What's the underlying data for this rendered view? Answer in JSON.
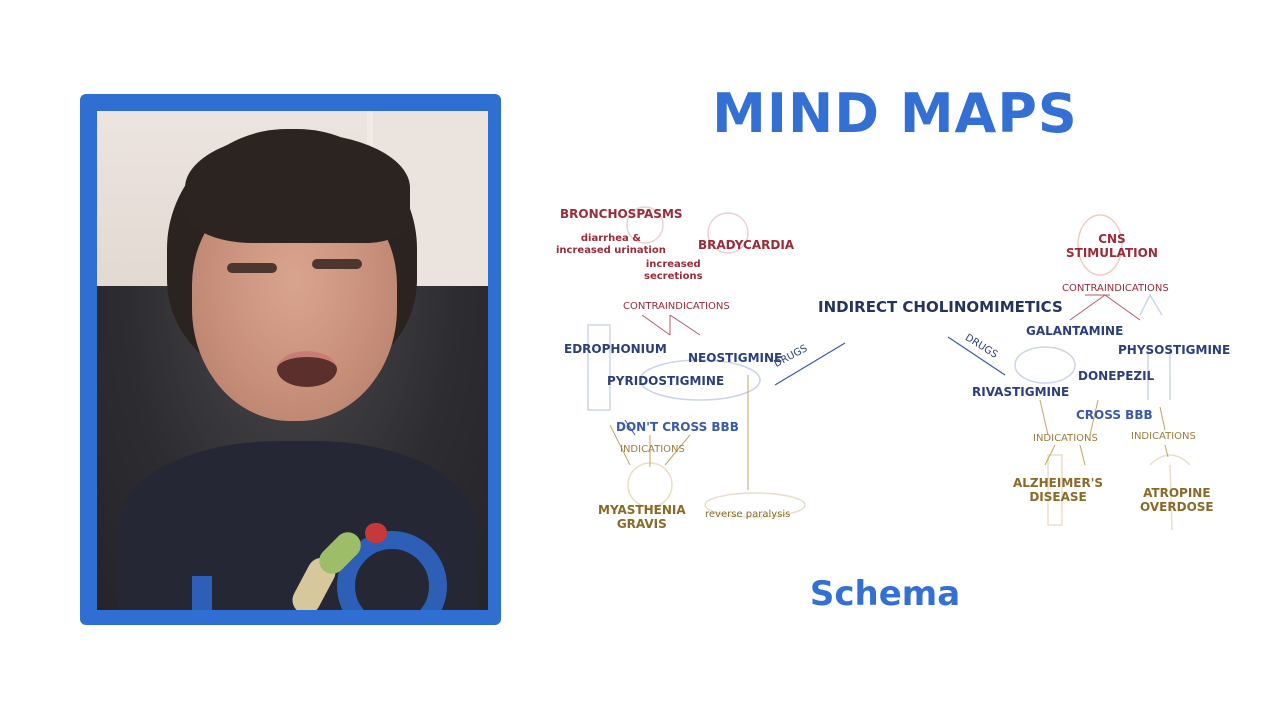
{
  "slide": {
    "title": "MIND MAPS",
    "subtitle": "Schema",
    "accent_color": "#3470d4"
  },
  "webcam": {
    "frame_color": "#2f6fd1"
  },
  "mind_map": {
    "center": "INDIRECT CHOLINOMIMETICS",
    "left_branch": {
      "edge_label": "DRUGS",
      "contraindications_label": "CONTRAINDICATIONS",
      "contraindications": [
        "BRONCHOSPASMS",
        "diarrhea &\nincreased urination",
        "increased\nsecretions",
        "BRADYCARDIA"
      ],
      "drugs": [
        "EDROPHONIUM",
        "NEOSTIGMINE",
        "PYRIDOSTIGMINE"
      ],
      "property": "DON'T CROSS BBB",
      "indications_label": "INDICATIONS",
      "indications": [
        "MYASTHENIA\nGRAVIS",
        "reverse paralysis"
      ]
    },
    "right_branch": {
      "edge_label": "DRUGS",
      "contraindications_label": "CONTRAINDICATIONS",
      "contraindications": [
        "CNS\nSTIMULATION"
      ],
      "drugs": [
        "GALANTAMINE",
        "PHYSOSTIGMINE",
        "DONEPEZIL",
        "RIVASTIGMINE"
      ],
      "property": "CROSS BBB",
      "indications_label_1": "INDICATIONS",
      "indications_label_2": "INDICATIONS",
      "indications": [
        "ALZHEIMER'S\nDISEASE",
        "ATROPINE\nOVERDOSE"
      ]
    }
  }
}
